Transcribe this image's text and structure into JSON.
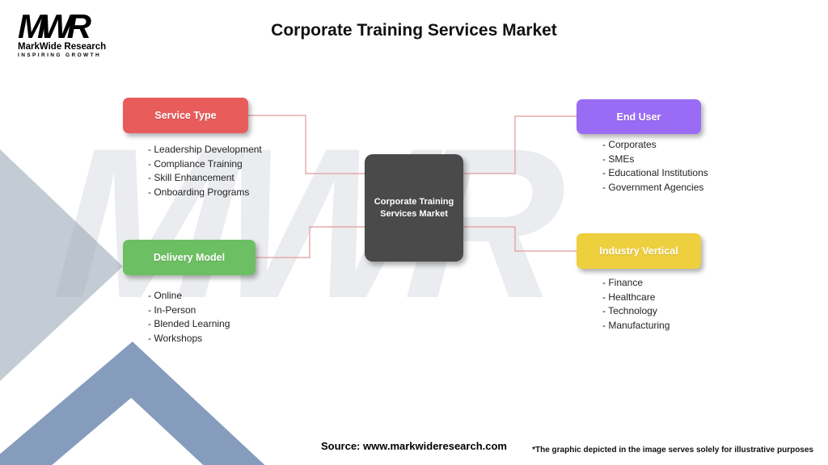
{
  "title": "Corporate Training Services Market",
  "logo": {
    "mwr": "MWR",
    "name": "MarkWide Research",
    "tagline": "Inspiring Growth"
  },
  "watermark": "MWR",
  "center_node": {
    "line1": "Corporate Training",
    "line2": "Services Market",
    "color": "#4a4a4a"
  },
  "segments": {
    "service_type": {
      "label": "Service Type",
      "color": "#e85c5c",
      "items": [
        "- Leadership Development",
        "- Compliance Training",
        "- Skill Enhancement",
        "- Onboarding Programs"
      ]
    },
    "end_user": {
      "label": "End User",
      "color": "#9a6cf5",
      "items": [
        "- Corporates",
        "- SMEs",
        "- Educational Institutions",
        "- Government Agencies"
      ]
    },
    "delivery_model": {
      "label": "Delivery Model",
      "color": "#6cbf62",
      "items": [
        "- Online",
        "- In-Person",
        "- Blended Learning",
        "- Workshops"
      ]
    },
    "industry_vertical": {
      "label": "Industry Vertical",
      "color": "#eecf3e",
      "items": [
        "- Finance",
        "- Healthcare",
        "- Technology",
        "- Manufacturing"
      ]
    }
  },
  "footer": {
    "source": "Source: www.markwideresearch.com",
    "disclaimer": "*The graphic depicted in the image serves solely for illustrative purposes"
  },
  "colors": {
    "connector": "#e39a9a"
  }
}
